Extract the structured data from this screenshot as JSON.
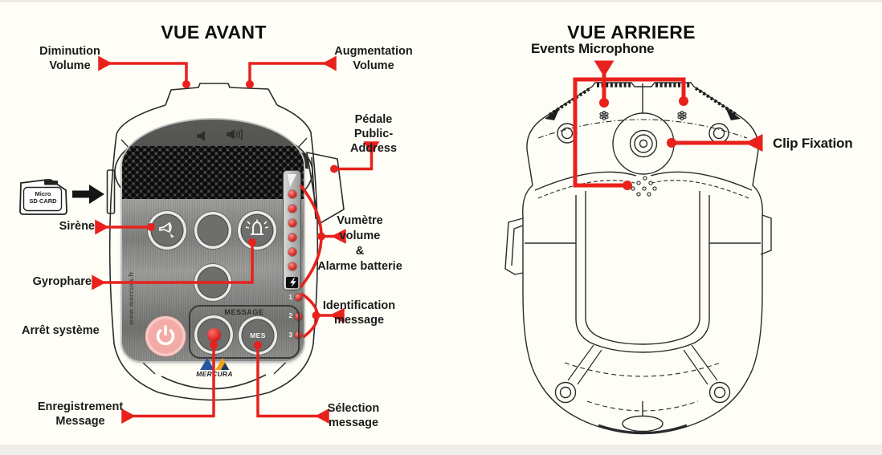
{
  "front": {
    "title": "VUE AVANT",
    "callouts": {
      "diminution": [
        "Diminution",
        "Volume"
      ],
      "augmentation": [
        "Augmentation",
        "Volume"
      ],
      "pedale": [
        "Pédale",
        "Public-Address"
      ],
      "sirene": "Sirène",
      "gyrophare": "Gyrophare",
      "arret_systeme": "Arrêt système",
      "vumetre": [
        "Vumètre volume",
        "&",
        "Alarme batterie"
      ],
      "identification": [
        "Identification",
        "message"
      ],
      "enregistrement": [
        "Enregistrement",
        "Message"
      ],
      "selection": [
        "Sélection",
        "message"
      ]
    },
    "sd_card": [
      "Micro",
      "SD CARD"
    ],
    "device": {
      "message_label": "MESSAGE",
      "mes_button": "MES",
      "brand": "MERCURA",
      "website": "www.mercura.fr",
      "id_led_numbers": [
        "1",
        "2",
        "3"
      ]
    }
  },
  "rear": {
    "title": "VUE ARRIERE",
    "callouts": {
      "events_microphone": "Events Microphone",
      "clip_fixation": "Clip Fixation"
    }
  },
  "colors": {
    "callout_red": "#e8211d",
    "line_black": "#2a2a2a",
    "power_pink": "#f2aba6",
    "led_red": "#dd2f2b",
    "logo_blue": "#2757a0",
    "logo_orange": "#f2a31d"
  }
}
